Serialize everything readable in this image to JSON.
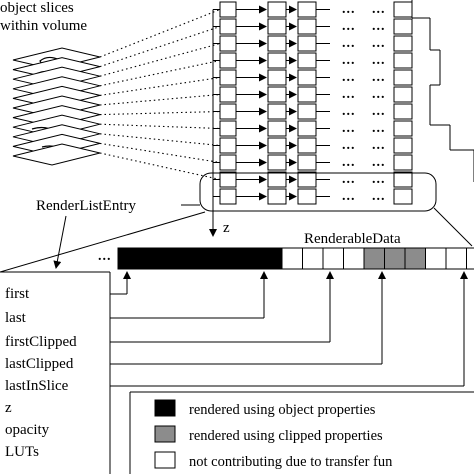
{
  "colors": {
    "rendered_object": "#000000",
    "rendered_clipped": "#8c8c8c",
    "not_contributing": "#ffffff",
    "line": "#000000"
  },
  "volume_label_lines": [
    "object slices",
    "within volume"
  ],
  "render_list_entry_label": "RenderListEntry",
  "z_axis_label": "z",
  "renderable_data_label": "RenderableData",
  "ellipsis": "...",
  "fields": [
    "first",
    "last",
    "firstClipped",
    "lastClipped",
    "lastInSlice",
    "z",
    "opacity",
    "LUTs"
  ],
  "renderable_cells": [
    "rendered_object",
    "rendered_object",
    "rendered_object",
    "rendered_object",
    "rendered_object",
    "rendered_object",
    "rendered_object",
    "rendered_object",
    "not_contributing",
    "not_contributing",
    "not_contributing",
    "not_contributing",
    "rendered_clipped",
    "rendered_clipped",
    "rendered_clipped",
    "not_contributing",
    "not_contributing",
    "not_contributing",
    "not_contributing"
  ],
  "legend": [
    {
      "key": "rendered_object",
      "label": "rendered using object properties"
    },
    {
      "key": "rendered_clipped",
      "label": "rendered using clipped properties"
    },
    {
      "key": "not_contributing",
      "label": "not contributing due to transfer fun"
    }
  ]
}
